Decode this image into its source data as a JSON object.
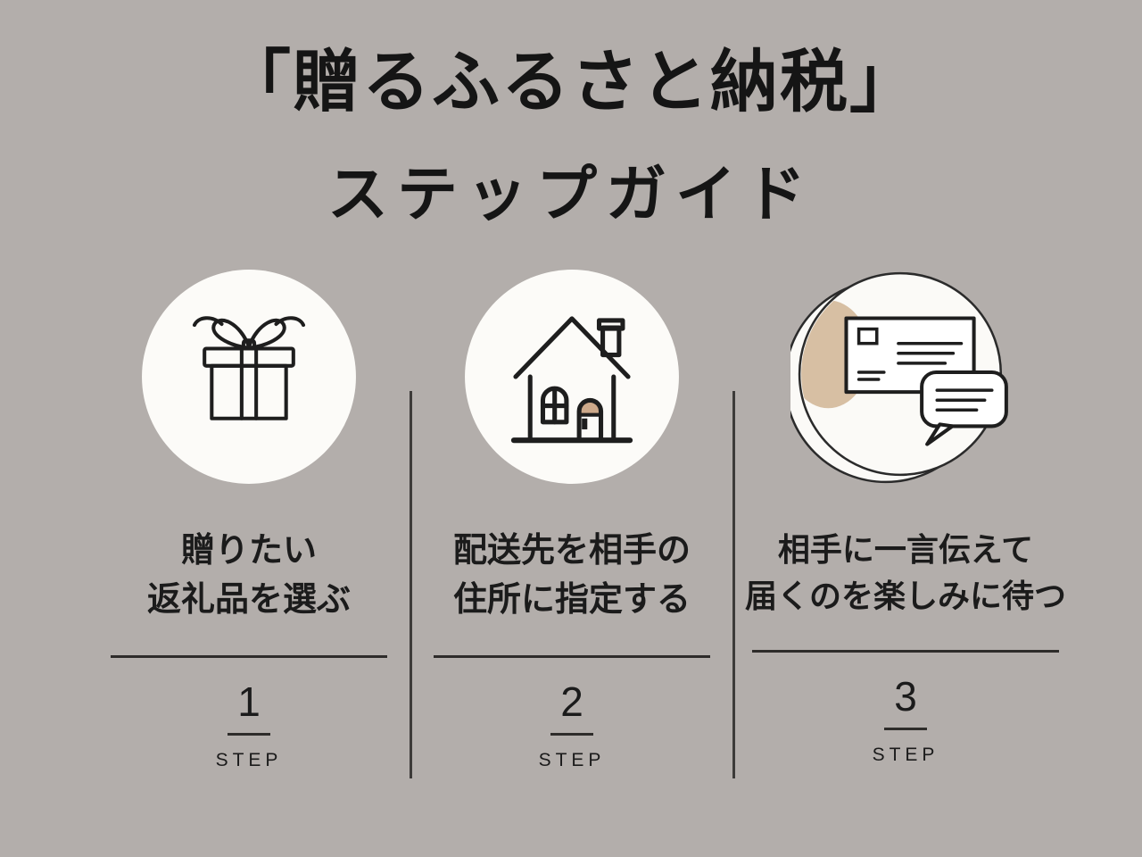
{
  "title": {
    "line1": "「贈るふるさと納税」",
    "line2": "ステップガイド"
  },
  "colors": {
    "background": "#b3aeab",
    "ink": "#1c1c1c",
    "circle_fill": "#fcfbf8",
    "accent_beige": "#d7bfa3"
  },
  "steps": [
    {
      "icon": "gift-icon",
      "description_line1": "贈りたい",
      "description_line2": "返礼品を選ぶ",
      "number": "1",
      "step_label": "STEP"
    },
    {
      "icon": "house-icon",
      "description_line1": "配送先を相手の",
      "description_line2": "住所に指定する",
      "number": "2",
      "step_label": "STEP"
    },
    {
      "icon": "letter-and-speech-bubble-icon",
      "description_line1": "相手に一言伝えて",
      "description_line2": "届くのを楽しみに待つ",
      "number": "3",
      "step_label": "STEP"
    }
  ]
}
